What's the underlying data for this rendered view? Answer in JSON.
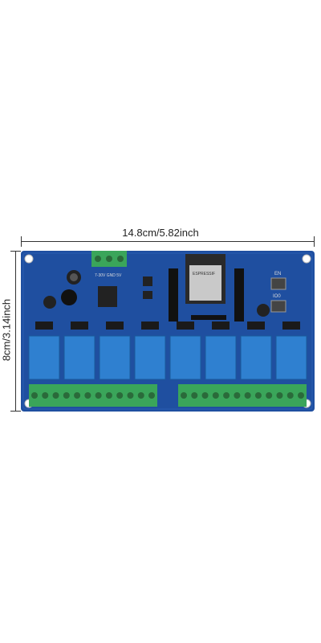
{
  "dimensions": {
    "width_label": "14.8cm/5.82inch",
    "height_label": "8cm/3.14inch"
  },
  "board": {
    "module_brand": "ESPRESSIF",
    "button_en": "EN",
    "button_io0": "IO0",
    "power_label": "7-30V GND 5V",
    "relay_count": 8,
    "colors": {
      "pcb": "#1f4fa0",
      "relay": "#2f80d0",
      "terminal": "#3aa55a",
      "module": "#2a2a2a"
    }
  }
}
